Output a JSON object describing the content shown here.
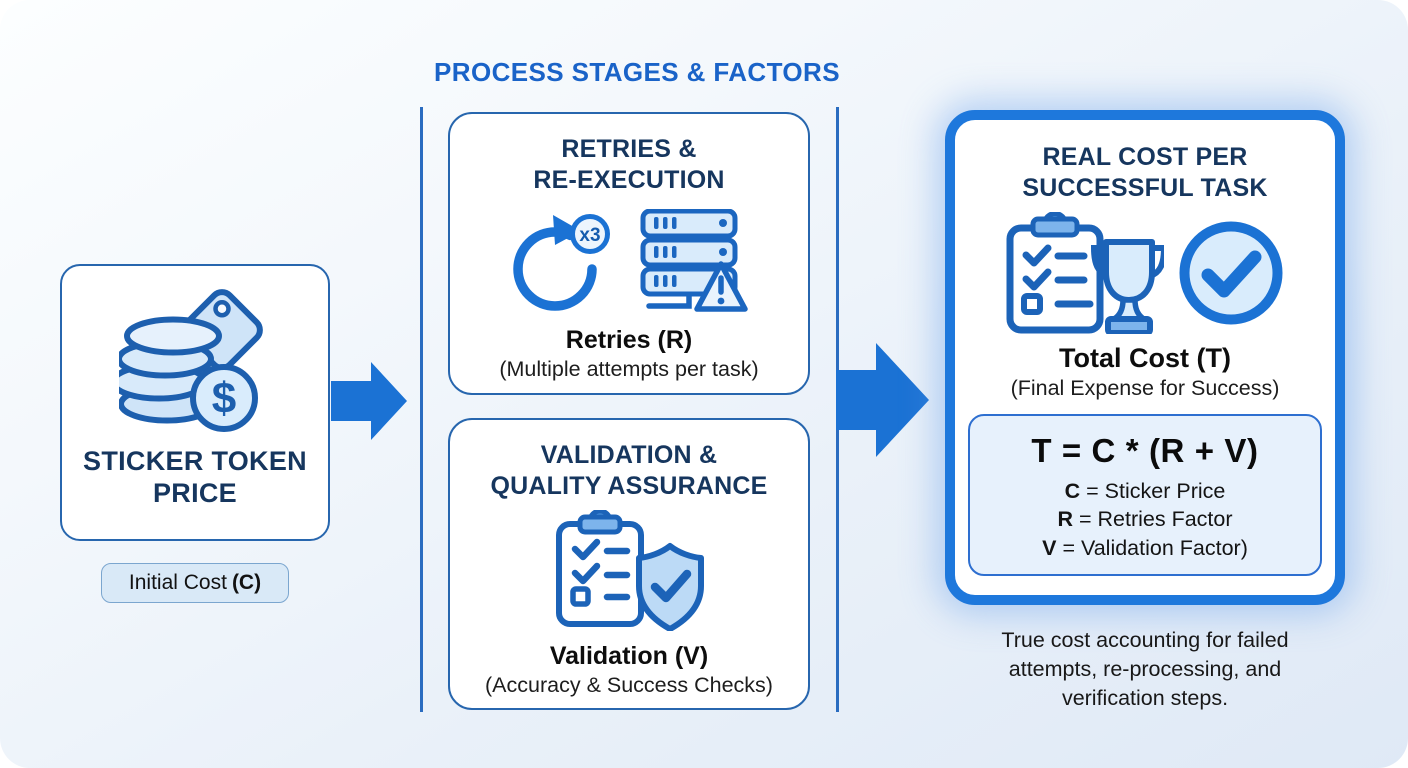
{
  "title": "PROCESS STAGES & FACTORS",
  "left": {
    "heading_line1": "STICKER TOKEN",
    "heading_line2": "PRICE",
    "currency_symbol": "$",
    "pill_text": "Initial Cost",
    "pill_bold": "(C)"
  },
  "stages": {
    "retries": {
      "heading_line1": "RETRIES &",
      "heading_line2": "RE-EXECUTION",
      "badge": "x3",
      "label_bold": "Retries (R)",
      "label_sub": "(Multiple attempts per task)"
    },
    "validation": {
      "heading_line1": "VALIDATION &",
      "heading_line2": "QUALITY ASSURANCE",
      "label_bold": "Validation (V)",
      "label_sub": "(Accuracy & Success Checks)"
    }
  },
  "result": {
    "heading_line1": "REAL COST PER",
    "heading_line2": "SUCCESSFUL TASK",
    "label_bold": "Total Cost (T)",
    "label_sub": "(Final Expense for Success)",
    "formula": "T = C * (R + V)",
    "definitions": [
      {
        "term": "C",
        "rest": " = Sticker Price"
      },
      {
        "term": "R",
        "rest": " = Retries Factor"
      },
      {
        "term": "V",
        "rest": " = Validation Factor)"
      }
    ],
    "footnote_line1": "True cost accounting for failed",
    "footnote_line2": "attempts, re-processing, and",
    "footnote_line3": "verification steps."
  },
  "icons": {
    "left_box": "coin-stack-price-tag-icon",
    "retries": [
      "retry-loop-icon",
      "server-error-icon"
    ],
    "validation": "checklist-shield-icon",
    "result": [
      "checklist-trophy-icon",
      "success-check-icon"
    ]
  },
  "colors": {
    "primary_blue": "#1b72d4",
    "title_blue": "#1a63c8",
    "navy_heading": "#16365e",
    "box_border": "#2766ae",
    "result_border": "#1e78dc",
    "light_icon_fill": "#d9ecfc",
    "formula_bg": "#e7f1fc",
    "pill_bg": "#d9e9f7"
  }
}
